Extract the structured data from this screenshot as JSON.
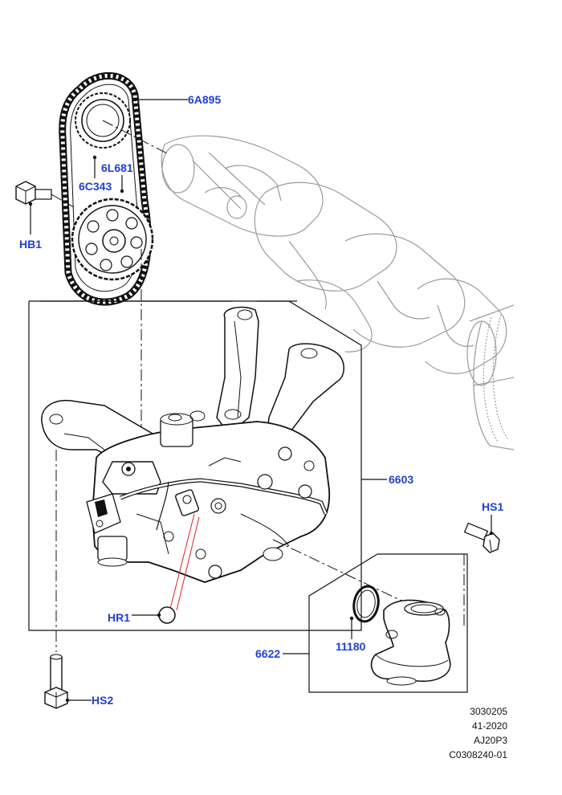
{
  "callouts": {
    "chain": "6A895",
    "crank_sprocket": "6C343",
    "pump_sprocket": "6L681",
    "sprocket_bolt": "HB1",
    "oil_pump": "6603",
    "bolt_hs1": "HS1",
    "bolt_hs2": "HS2",
    "o_ring": "HR1",
    "strainer_seal": "11180",
    "pickup_tube": "6622"
  },
  "figure_info": {
    "line1": "3030205",
    "line2": "41-2020",
    "line3": "AJ20P3",
    "line4": "C0308240-01"
  },
  "colors": {
    "callout_text": "#1f3fd6",
    "line": "#111111",
    "background_part": "#9a9a9a",
    "highlight": "#e02020"
  }
}
